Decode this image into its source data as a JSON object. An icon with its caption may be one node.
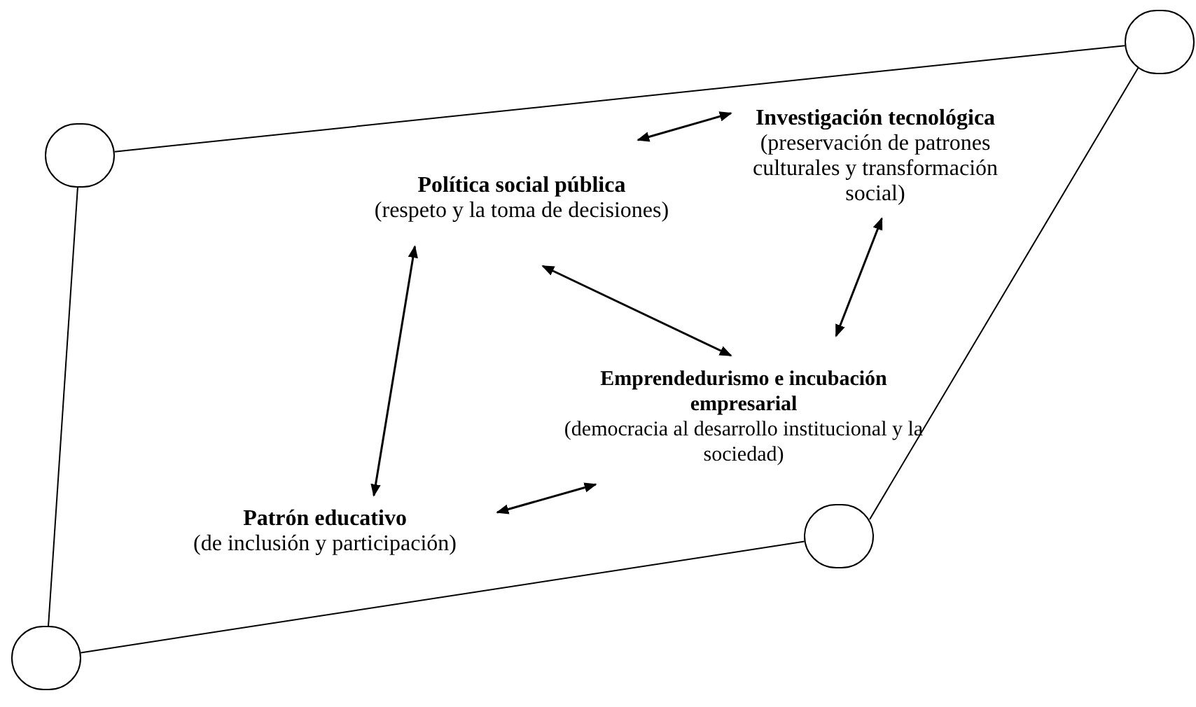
{
  "diagram": {
    "nodes": [
      {
        "text": [],
        "shape": "circle"
      },
      {
        "text": [],
        "shape": "circle"
      },
      {
        "text": [
          "Investigación tecnológica",
          "(preservación de patrones culturales y transformación social)"
        ]
      },
      {
        "text": [
          "Política social pública",
          "(respeto y la toma de decisiones)"
        ]
      },
      {
        "text": [
          "Emprendedurismo e incubación empresarial",
          "(democracia al desarrollo institucional y la sociedad)"
        ]
      },
      {
        "text": [],
        "shape": "circle"
      },
      {
        "text": [
          "Patrón educativo",
          "(de inclusión y participación)"
        ]
      },
      {
        "text": [],
        "shape": "circle"
      }
    ],
    "edges": [
      {
        "from": 1,
        "to": 0,
        "arrow": "none"
      },
      {
        "from": 0,
        "to": 5,
        "arrow": "none"
      },
      {
        "from": 5,
        "to": 7,
        "arrow": "none"
      },
      {
        "from": 7,
        "to": 1,
        "arrow": "none"
      },
      {
        "from": 3,
        "to": 2,
        "arrow": "both"
      },
      {
        "from": 3,
        "to": 6,
        "arrow": "both"
      },
      {
        "from": 3,
        "to": 4,
        "arrow": "both"
      },
      {
        "from": 2,
        "to": 4,
        "arrow": "both"
      },
      {
        "from": 6,
        "to": 4,
        "arrow": "both"
      }
    ]
  }
}
